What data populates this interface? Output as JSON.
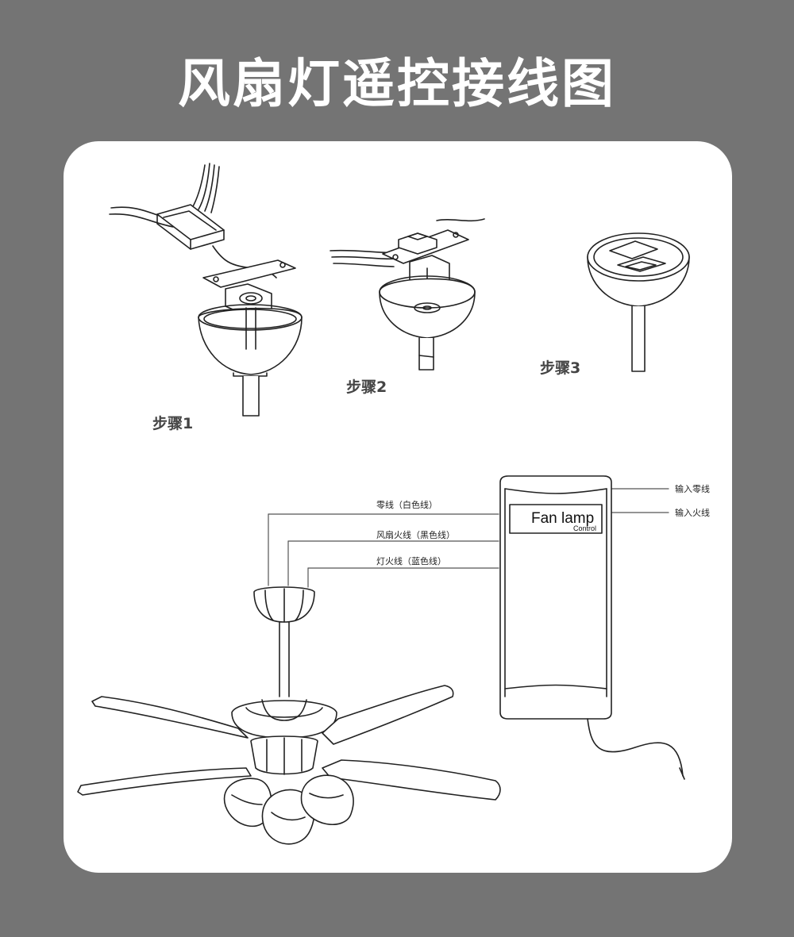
{
  "title": "风扇灯遥控接线图",
  "steps": [
    {
      "label": "步骤1"
    },
    {
      "label": "步骤2"
    },
    {
      "label": "步骤3"
    }
  ],
  "wiring": {
    "neutral_wire": "零线（白色线）",
    "fan_live_wire": "风扇火线（黑色线）",
    "lamp_live_wire": "灯火线（蓝色线）",
    "input_neutral": "输入零线",
    "input_live": "输入火线"
  },
  "device": {
    "line1": "Fan lamp",
    "line2": "Control"
  }
}
